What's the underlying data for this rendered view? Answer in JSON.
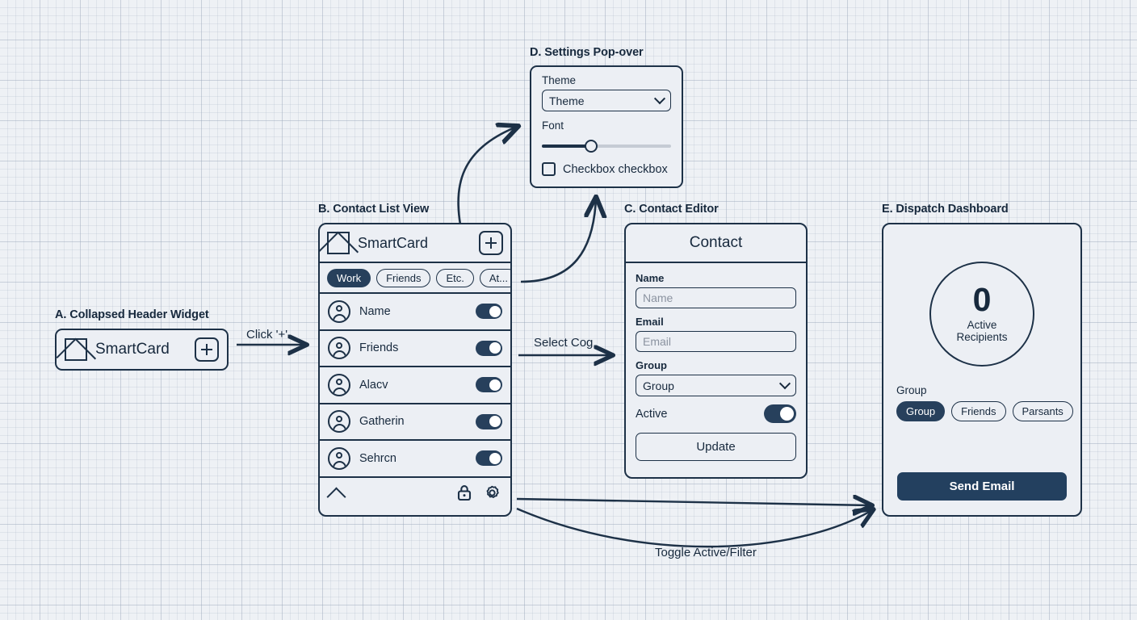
{
  "colors": {
    "ink": "#1d3147",
    "navy": "#27405c",
    "solid": "#23405f",
    "bg": "#eef1f5",
    "panel": "#eceff4",
    "placeholder": "#8b93a0"
  },
  "captions": {
    "a": "A. Collapsed Header Widget",
    "b": "B. Contact List View",
    "c": "C. Contact Editor",
    "d": "D. Settings Pop-over",
    "e": "E. Dispatch Dashboard"
  },
  "edges": {
    "click_plus": "Click '+'",
    "select_cog": "Select Cog",
    "toggle_filter": "Toggle Active/Filter"
  },
  "widget_a": {
    "brand": "SmartCard",
    "add_label": "+"
  },
  "panel_b": {
    "brand": "SmartCard",
    "add_label": "+",
    "chips": [
      {
        "label": "Work",
        "selected": true
      },
      {
        "label": "Friends",
        "selected": false
      },
      {
        "label": "Etc.",
        "selected": false
      },
      {
        "label": "At...",
        "selected": false
      },
      {
        "label": "",
        "selected": false
      }
    ],
    "rows": [
      {
        "name": "Name",
        "active": true
      },
      {
        "name": "Friends",
        "active": true
      },
      {
        "name": "Alacv",
        "active": true
      },
      {
        "name": "Gatherin",
        "active": true
      },
      {
        "name": "Sehrcn",
        "active": true
      }
    ],
    "footer": {
      "collapse": "chevron-up",
      "lock": "lock",
      "settings": "gear"
    }
  },
  "panel_c": {
    "title": "Contact",
    "fields": [
      {
        "label": "Name",
        "placeholder": "Name",
        "value": ""
      },
      {
        "label": "Email",
        "placeholder": "Email",
        "value": ""
      }
    ],
    "group": {
      "label": "Group",
      "value": "Group"
    },
    "active": {
      "label": "Active",
      "on": true
    },
    "update_label": "Update"
  },
  "panel_d": {
    "theme": {
      "label": "Theme",
      "value": "Theme"
    },
    "font": {
      "label": "Font",
      "percent": 38
    },
    "checkbox": {
      "label": "Checkbox checkbox",
      "checked": false
    }
  },
  "panel_e": {
    "metric": {
      "value": "0",
      "line1": "Active",
      "line2": "Recipients"
    },
    "group_label": "Group",
    "chips": [
      {
        "label": "Group",
        "selected": true
      },
      {
        "label": "Friends",
        "selected": false
      },
      {
        "label": "Parsants",
        "selected": false
      }
    ],
    "send_label": "Send Email"
  }
}
